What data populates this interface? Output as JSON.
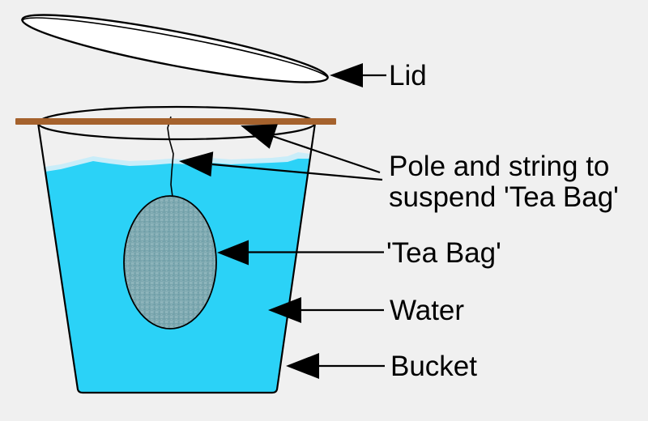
{
  "colors": {
    "background": "#f0f0f0",
    "outline": "#000000",
    "water": "#2bd2f7",
    "water_highlight": "#c9edf9",
    "pole": "#a5622d",
    "lid_fill": "#ffffff",
    "tea_bag_base": "#7ca7af",
    "tea_bag_light": "#96bcc2",
    "tea_bag_dark": "#679aa4",
    "arrow": "#000000"
  },
  "labels": {
    "lid": "Lid",
    "pole_string_line1": "Pole and string to",
    "pole_string_line2": "suspend 'Tea Bag'",
    "tea_bag": "'Tea Bag'",
    "water": "Water",
    "bucket": "Bucket"
  }
}
